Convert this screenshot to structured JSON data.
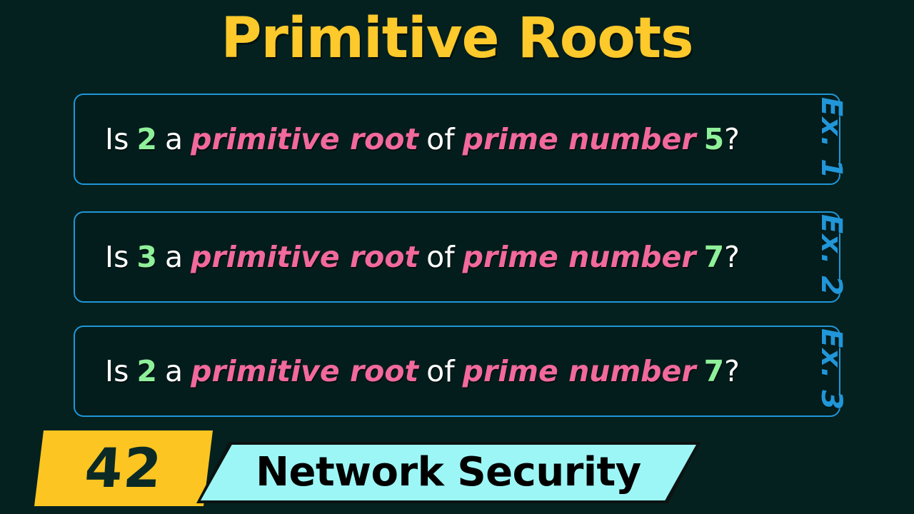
{
  "slide": {
    "title": "Primitive Roots",
    "background_color": "#04211F"
  },
  "theme": {
    "background": "#04211F",
    "title_yellow": "#FDC92B",
    "accent_blue": "#2196D8",
    "number_green": "#8FF09A",
    "phrase_pink": "#F2699C",
    "plain_white": "#FFFFFF",
    "banner_yellow": "#FCC521",
    "banner_cyan": "#9DF6F6",
    "banner_dark_text": "#0B2A26"
  },
  "examples": [
    {
      "side_label": "Ex. 1",
      "prefix": "Is",
      "base": "2",
      "article": "a",
      "phrase1": "primitive root",
      "connector": "of",
      "phrase2": "prime number",
      "modulus": "5",
      "suffix": "?",
      "full_text": "Is 2 a primitive root of prime number 5?"
    },
    {
      "side_label": "Ex. 2",
      "prefix": "Is",
      "base": "3",
      "article": "a",
      "phrase1": "primitive root",
      "connector": "of",
      "phrase2": "prime number",
      "modulus": "7",
      "suffix": "?",
      "full_text": "Is 3 a primitive root of prime number 7?"
    },
    {
      "side_label": "Ex. 3",
      "prefix": "Is",
      "base": "2",
      "article": "a",
      "phrase1": "primitive root",
      "connector": "of",
      "phrase2": "prime number",
      "modulus": "7",
      "suffix": "?",
      "full_text": "Is 2 a primitive root of prime number 7?"
    }
  ],
  "banner": {
    "episode_number": "42",
    "series_title": "Network Security"
  }
}
